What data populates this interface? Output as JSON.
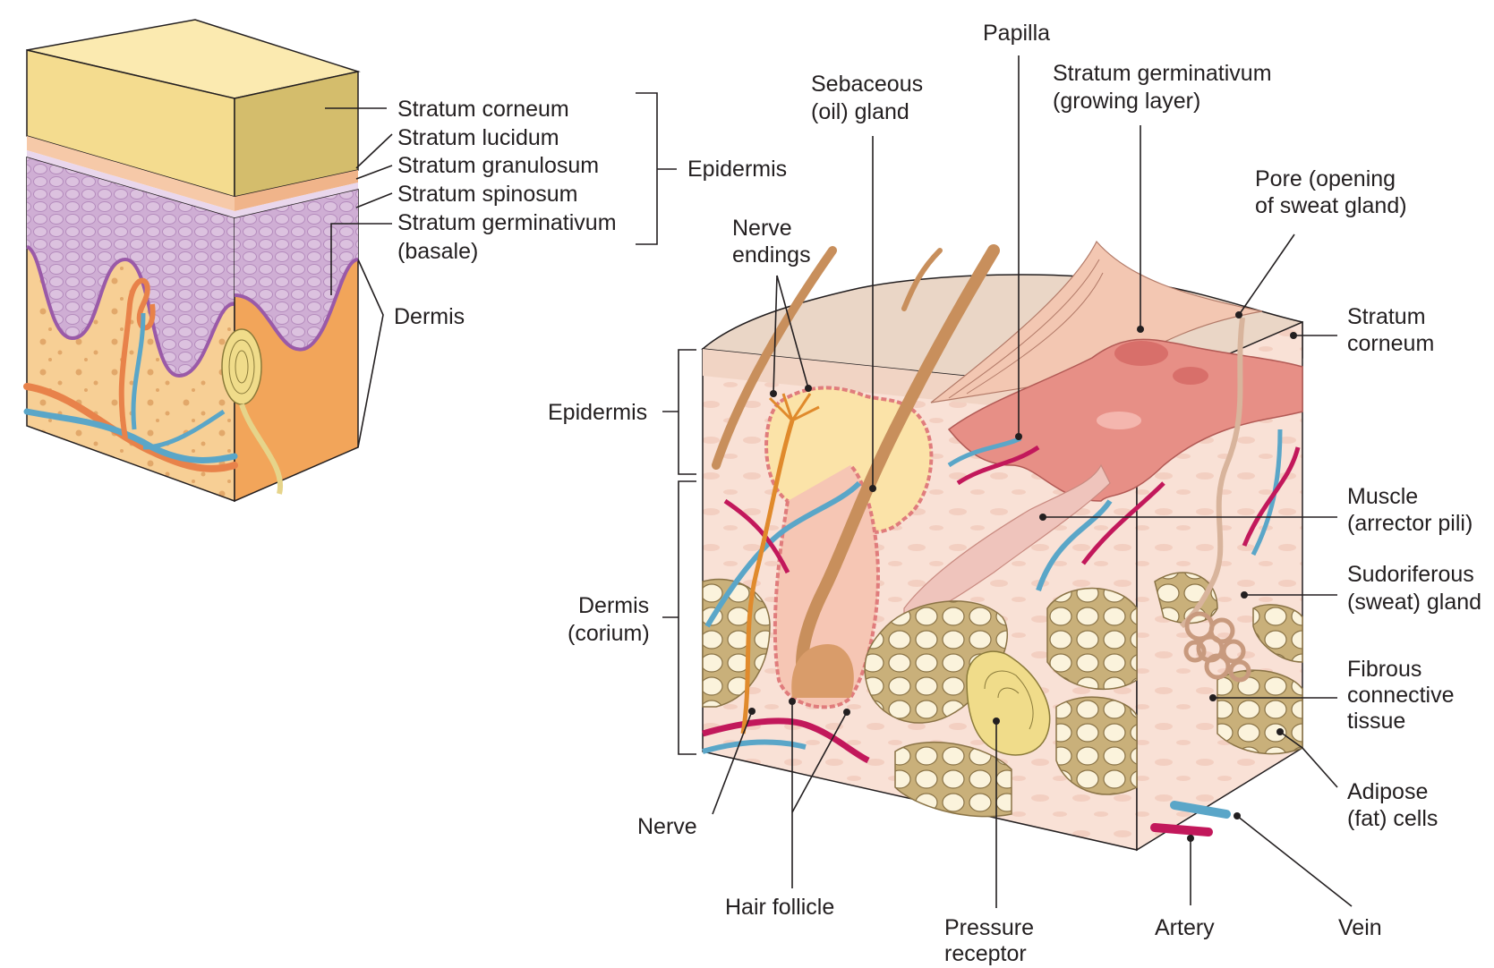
{
  "left_block": {
    "labels": {
      "stratum_corneum": "Stratum corneum",
      "stratum_lucidum": "Stratum lucidum",
      "stratum_granulosum": "Stratum granulosum",
      "stratum_spinosum": "Stratum spinosum",
      "stratum_germinativum": "Stratum germinativum",
      "basale": "(basale)",
      "epidermis": "Epidermis",
      "dermis": "Dermis"
    }
  },
  "right_block": {
    "labels": {
      "papilla": "Papilla",
      "sebaceous_1": "Sebaceous",
      "sebaceous_2": "(oil) gland",
      "germ_1": "Stratum germinativum",
      "germ_2": "(growing layer)",
      "pore_1": "Pore (opening",
      "pore_2": "of sweat gland)",
      "nerve_endings_1": "Nerve",
      "nerve_endings_2": "endings",
      "corneum_1": "Stratum",
      "corneum_2": "corneum",
      "epidermis": "Epidermis",
      "muscle_1": "Muscle",
      "muscle_2": "(arrector pili)",
      "dermis_1": "Dermis",
      "dermis_2": "(corium)",
      "sweat_1": "Sudoriferous",
      "sweat_2": "(sweat) gland",
      "fibrous_1": "Fibrous",
      "fibrous_2": "connective",
      "fibrous_3": "tissue",
      "adipose_1": "Adipose",
      "adipose_2": "(fat) cells",
      "nerve": "Nerve",
      "hair_follicle": "Hair follicle",
      "pressure_1": "Pressure",
      "pressure_2": "receptor",
      "artery": "Artery",
      "vein": "Vein"
    }
  },
  "colors": {
    "corneum": "#f4dc8f",
    "corneum_side": "#d4bd6c",
    "lucidum": "#f6c9a8",
    "spinosum": "#c9a6cf",
    "germinativum_line": "#9a5aa8",
    "dermis": "#f6c98a",
    "dermis_side": "#f2a55a",
    "artery": "#c2185b",
    "vein": "#5aa6c8",
    "nerve": "#e08a2c",
    "skin_top": "#ead6c6",
    "skin_side": "#f8dfd2",
    "gland": "#f0a39b",
    "fat": "#fbeec4",
    "hair": "#c88f5c",
    "pressure": "#f0dc8a"
  }
}
